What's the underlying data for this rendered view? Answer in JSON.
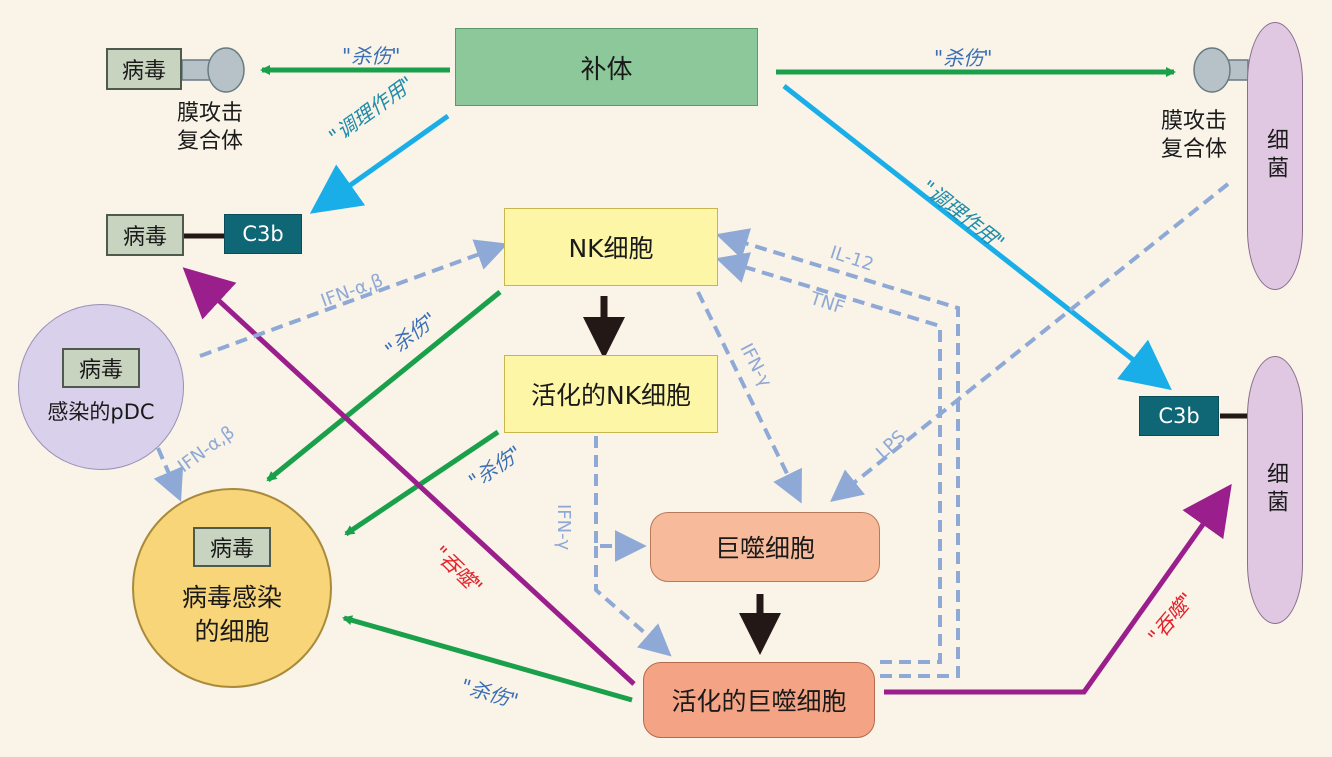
{
  "nodes": {
    "complement": "补体",
    "nk_cell": "NK细胞",
    "activated_nk": "活化的NK细胞",
    "macrophage": "巨噬细胞",
    "activated_macrophage": "活化的巨噬细胞",
    "virus_top": "病毒",
    "virus_c3b": "病毒",
    "c3b_left": "C3b",
    "c3b_right": "C3b",
    "pdc_virus": "病毒",
    "pdc_label": "感染的pDC",
    "infected_virus": "病毒",
    "infected_line1": "病毒感染",
    "infected_line2": "的细胞",
    "mac_left_line1": "膜攻击",
    "mac_left_line2": "复合体",
    "mac_right_line1": "膜攻击",
    "mac_right_line2": "复合体",
    "bacteria_top": "细菌",
    "bacteria_bottom": "细菌"
  },
  "labels": {
    "kill_1": "\"杀伤\"",
    "kill_2": "\"杀伤\"",
    "kill_3": "\"杀伤\"",
    "kill_4": "\"杀伤\"",
    "kill_5": "\"杀伤\"",
    "opsonize_1": "\"调理作用\"",
    "opsonize_2": "\"调理作用\"",
    "engulf_1": "\"吞噬\"",
    "engulf_2": "\"吞噬\"",
    "ifn_ab_1": "IFN-α,β",
    "ifn_ab_2": "IFN-α,β",
    "ifn_g_1": "IFN-γ",
    "ifn_g_2": "IFN-γ",
    "il12": "IL-12",
    "tnf": "TNF",
    "lps": "LPS"
  },
  "colors": {
    "kill": "#1aa04a",
    "opsonize": "#1aaee8",
    "engulf": "#9a1e8c",
    "cytokine": "#8fa9d6",
    "activation": "#231815"
  }
}
